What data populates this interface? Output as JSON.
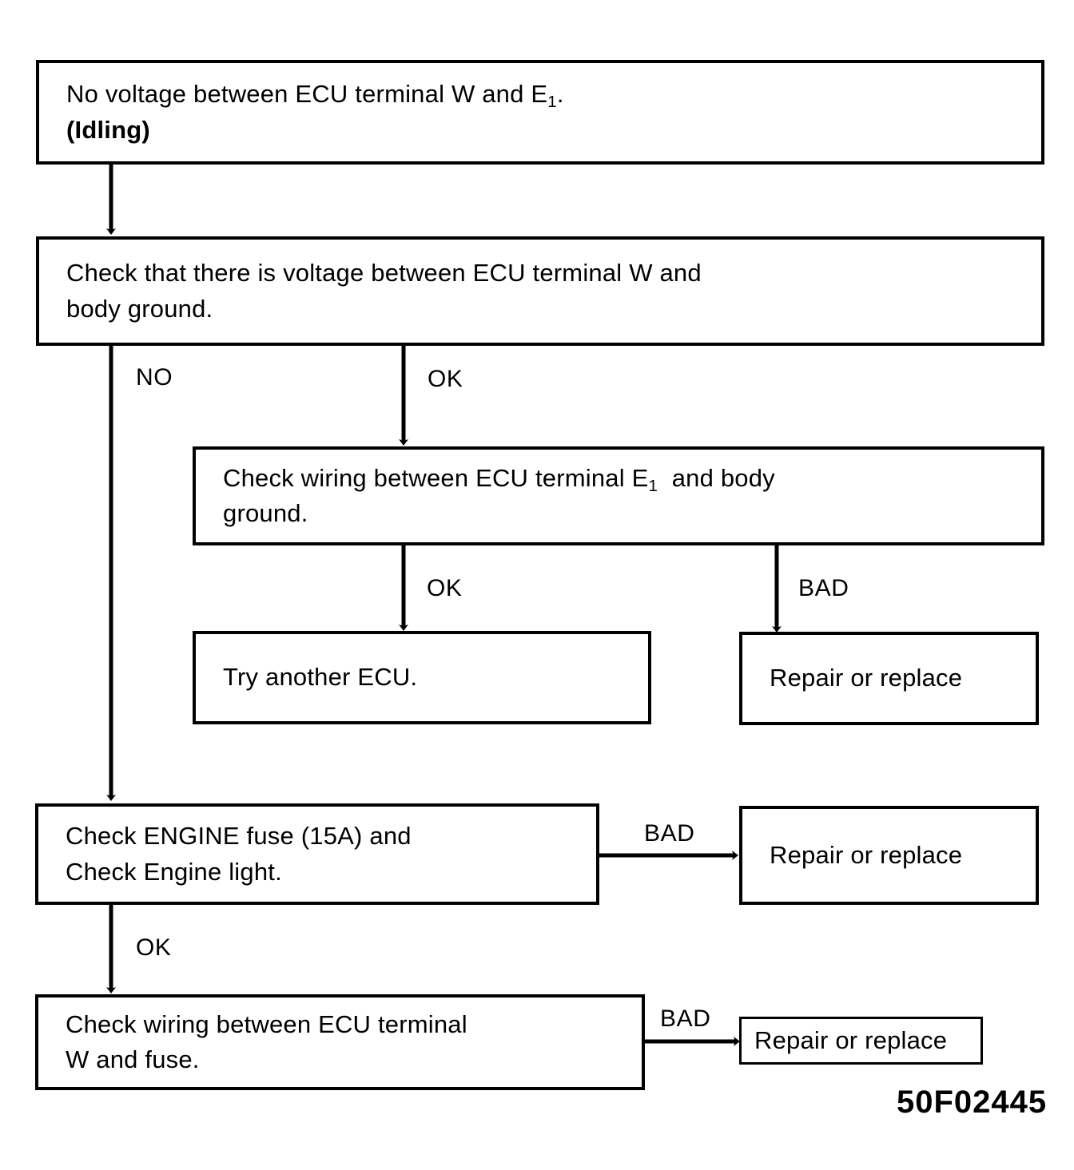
{
  "diagram": {
    "figure_code": "50F02445",
    "nodes": [
      {
        "id": "n1",
        "name": "symptom-box",
        "text": "No voltage between ECU terminal W and E₁.\n(Idling)"
      },
      {
        "id": "n2",
        "name": "check-voltage-w-body-ground-box",
        "text": "Check that there is voltage between ECU terminal W and\nbody ground."
      },
      {
        "id": "n3",
        "name": "check-wiring-e1-body-ground-box",
        "text": "Check wiring between ECU terminal E₁ and body\nground."
      },
      {
        "id": "n4",
        "name": "try-another-ecu-box",
        "text": "Try another ECU."
      },
      {
        "id": "n5",
        "name": "repair-or-replace-box-1",
        "text": "Repair or replace"
      },
      {
        "id": "n6",
        "name": "check-engine-fuse-box",
        "text": "Check ENGINE fuse (15A) and\nCheck Engine light."
      },
      {
        "id": "n7",
        "name": "repair-or-replace-box-2",
        "text": "Repair or replace"
      },
      {
        "id": "n8",
        "name": "check-wiring-w-and-fuse-box",
        "text": "Check wiring between ECU terminal\nW and fuse."
      },
      {
        "id": "n9",
        "name": "repair-or-replace-box-3",
        "text": "Repair or replace"
      }
    ],
    "edge_labels": [
      {
        "id": "e1",
        "name": "edge-label-no",
        "text": "NO"
      },
      {
        "id": "e2",
        "name": "edge-label-ok-1",
        "text": "OK"
      },
      {
        "id": "e3",
        "name": "edge-label-ok-2",
        "text": "OK"
      },
      {
        "id": "e4",
        "name": "edge-label-bad-1",
        "text": "BAD"
      },
      {
        "id": "e5",
        "name": "edge-label-bad-2",
        "text": "BAD"
      },
      {
        "id": "e6",
        "name": "edge-label-ok-3",
        "text": "OK"
      },
      {
        "id": "e7",
        "name": "edge-label-bad-3",
        "text": "BAD"
      }
    ],
    "colors": {
      "line": "#000000",
      "background": "#ffffff",
      "text": "#000000"
    }
  }
}
